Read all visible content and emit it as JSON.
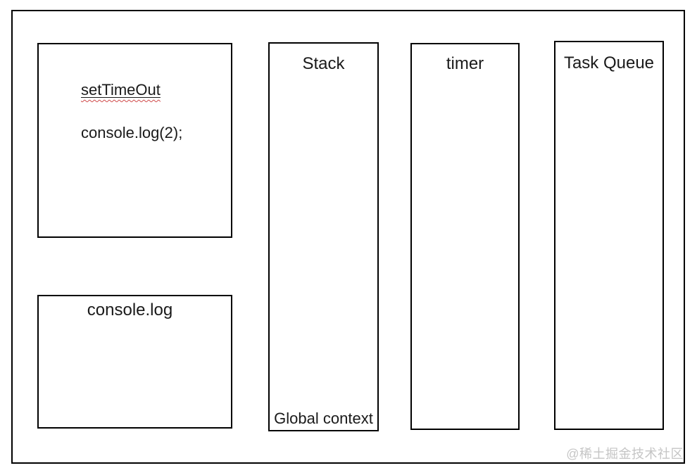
{
  "diagram": {
    "code_box": {
      "settimeout_label": "setTimeOut",
      "console_line": "console.log(2);"
    },
    "console_box": {
      "label": "console.log"
    },
    "stack_box": {
      "title": "Stack",
      "footer": "Global context"
    },
    "timer_box": {
      "title": "timer"
    },
    "task_queue_box": {
      "title": "Task Queue"
    },
    "watermark": "@稀土掘金技术社区",
    "colors": {
      "line": "#000000",
      "text": "#1a1a1a",
      "spellcheck_underline": "#cf4a4a",
      "watermark_text": "#c5c5c5",
      "background": "#ffffff"
    }
  }
}
